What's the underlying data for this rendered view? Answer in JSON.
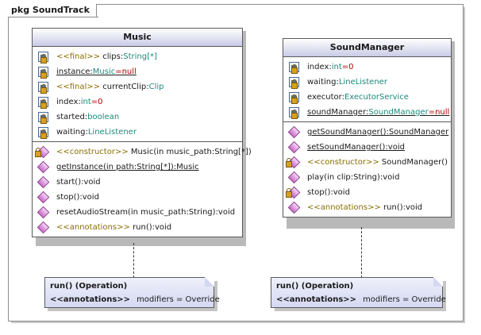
{
  "package": {
    "label": "pkg SoundTrack"
  },
  "music": {
    "name": "Music",
    "attributes": [
      {
        "pre": "<<final>> ",
        "name": "clips",
        "sep": ":",
        "type": "String[*]",
        "post": "",
        "static": false
      },
      {
        "pre": "",
        "name": "instance",
        "sep": ":",
        "type": "Music",
        "post": "=null",
        "static": true
      },
      {
        "pre": "<<final>> ",
        "name": "currentClip",
        "sep": ":",
        "type": "Clip",
        "post": "",
        "static": false
      },
      {
        "pre": "",
        "name": "index",
        "sep": ":",
        "type": "int",
        "post": "=0",
        "static": false
      },
      {
        "pre": "",
        "name": "started",
        "sep": ":",
        "type": "boolean",
        "post": "",
        "static": false
      },
      {
        "pre": "",
        "name": "waiting",
        "sep": ":",
        "type": "LineListener",
        "post": "",
        "static": false
      }
    ],
    "operations": [
      {
        "text": "<<constructor>> Music(in music_path:String[*])",
        "static": false,
        "private": true
      },
      {
        "text": "getInstance(in path:String[*]):Music",
        "static": true,
        "private": false
      },
      {
        "text": "start():void",
        "static": false,
        "private": false
      },
      {
        "text": "stop():void",
        "static": false,
        "private": false
      },
      {
        "text": "resetAudioStream(in music_path:String):void",
        "static": false,
        "private": false
      },
      {
        "text": "<<annotations>> run():void",
        "static": false,
        "private": false
      }
    ]
  },
  "soundmanager": {
    "name": "SoundManager",
    "attributes": [
      {
        "pre": "",
        "name": "index",
        "sep": ":",
        "type": "int",
        "post": "=0",
        "static": false
      },
      {
        "pre": "",
        "name": "waiting",
        "sep": ":",
        "type": "LineListener",
        "post": "",
        "static": false
      },
      {
        "pre": "",
        "name": "executor",
        "sep": ":",
        "type": "ExecutorService",
        "post": "",
        "static": false
      },
      {
        "pre": "",
        "name": "soundManager",
        "sep": ":",
        "type": "SoundManager",
        "post": "=null",
        "static": true
      }
    ],
    "operations": [
      {
        "text": "getSoundManager():SoundManager",
        "static": true,
        "private": false
      },
      {
        "text": "setSoundManager():void",
        "static": true,
        "private": false
      },
      {
        "text": "<<constructor>> SoundManager()",
        "static": false,
        "private": true
      },
      {
        "text": "play(in clip:String):void",
        "static": false,
        "private": false
      },
      {
        "text": "stop():void",
        "static": false,
        "private": true
      },
      {
        "text": "<<annotations>> run():void",
        "static": false,
        "private": false
      }
    ]
  },
  "notes": [
    {
      "title": "run() (Operation)",
      "key": "<<annotations>>",
      "value": "modifiers = Override"
    },
    {
      "title": "run() (Operation)",
      "key": "<<annotations>>",
      "value": "modifiers = Override"
    }
  ],
  "colors": {
    "stereotype": "#8a6d00",
    "type": "#1a8a7a",
    "keyword": "#2a3aa0",
    "null": "#b00000",
    "header": "#c9cbe6",
    "note": "#d5d8f2"
  }
}
